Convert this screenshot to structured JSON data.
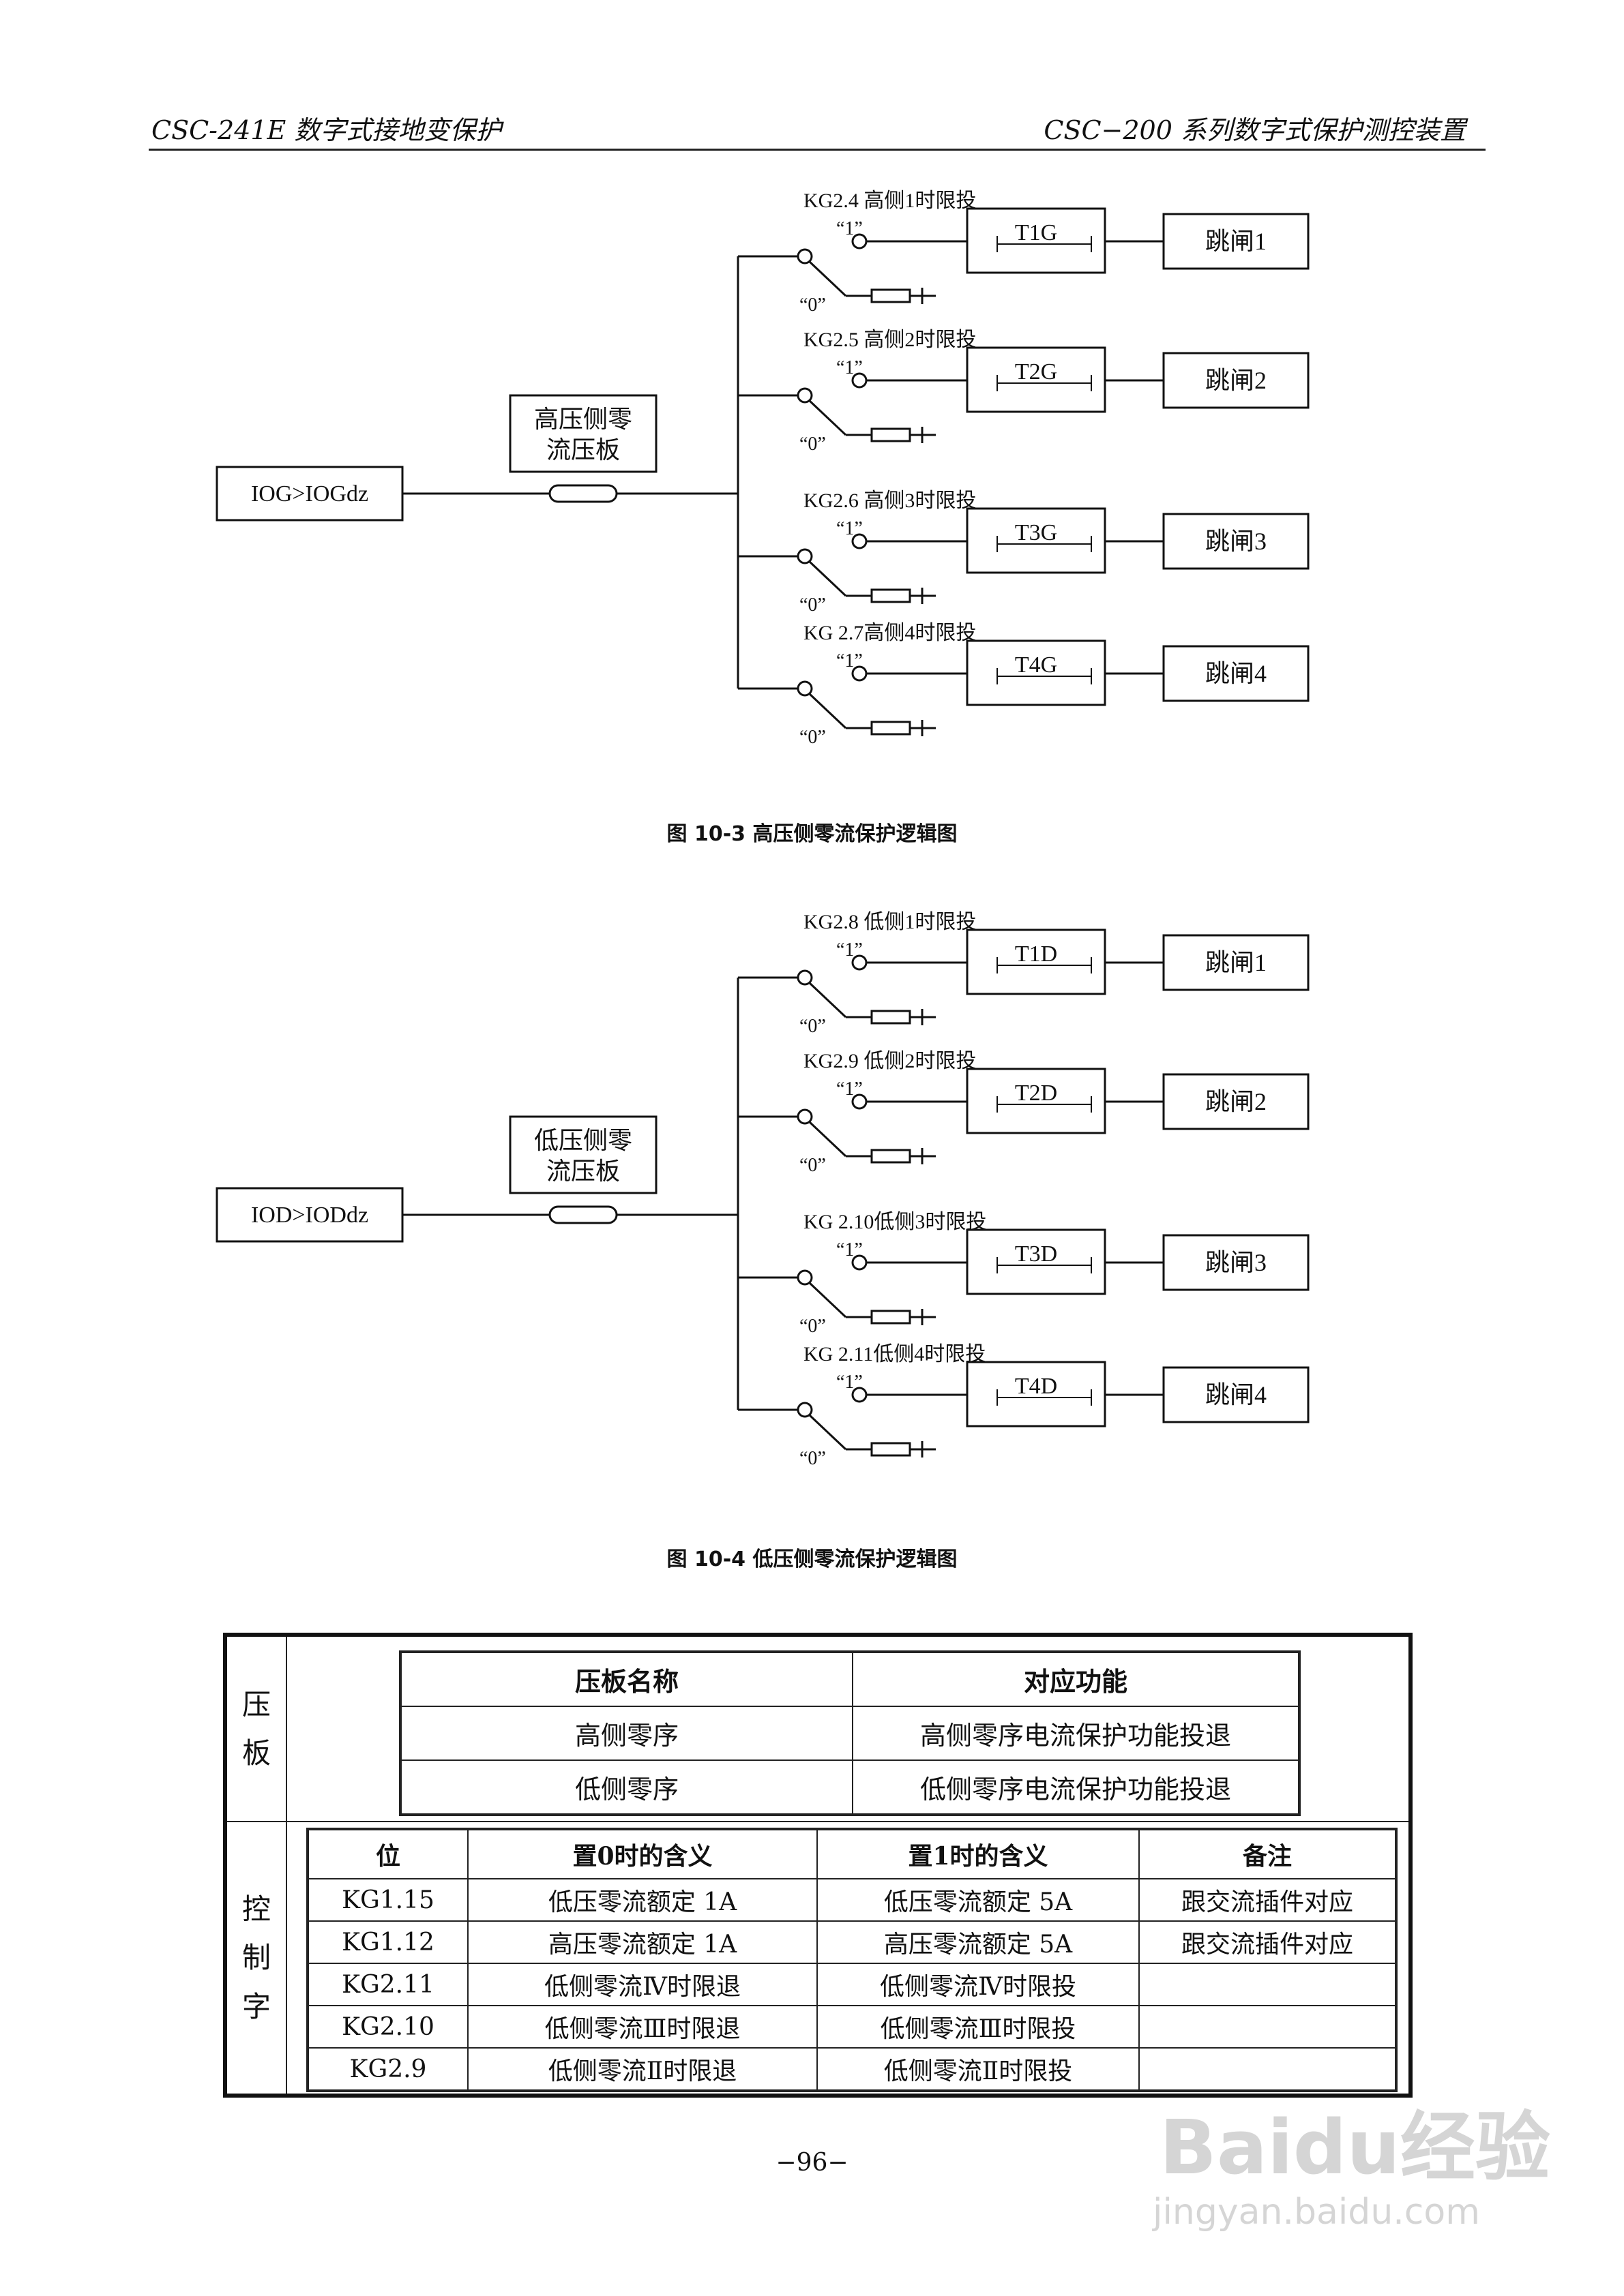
{
  "header": {
    "left": "CSC-241E 数字式接地变保护",
    "right": "CSC−200 系列数字式保护测控装置"
  },
  "diagrams": [
    {
      "input_label": "IOG>IOGdz",
      "plate_label_1": "高压侧零",
      "plate_label_2": "流压板",
      "caption": "图 10-3  高压侧零流保护逻辑图",
      "branches": [
        {
          "kg": "KG2.4 高侧1时限投",
          "on": "“1”",
          "off": "“0”",
          "timer": "T1G",
          "trip": "跳闸1"
        },
        {
          "kg": "KG2.5 高侧2时限投",
          "on": "“1”",
          "off": "“0”",
          "timer": "T2G",
          "trip": "跳闸2"
        },
        {
          "kg": "KG2.6 高侧3时限投",
          "on": "“1”",
          "off": "“0”",
          "timer": "T3G",
          "trip": "跳闸3"
        },
        {
          "kg": "KG 2.7高侧4时限投",
          "on": "“1”",
          "off": "“0”",
          "timer": "T4G",
          "trip": "跳闸4"
        }
      ]
    },
    {
      "input_label": "IOD>IODdz",
      "plate_label_1": "低压侧零",
      "plate_label_2": "流压板",
      "caption": "图 10-4  低压侧零流保护逻辑图",
      "branches": [
        {
          "kg": "KG2.8 低侧1时限投",
          "on": "“1”",
          "off": "“0”",
          "timer": "T1D",
          "trip": "跳闸1"
        },
        {
          "kg": "KG2.9 低侧2时限投",
          "on": "“1”",
          "off": "“0”",
          "timer": "T2D",
          "trip": "跳闸2"
        },
        {
          "kg": "KG 2.10低侧3时限投",
          "on": "“1”",
          "off": "“0”",
          "timer": "T3D",
          "trip": "跳闸3"
        },
        {
          "kg": "KG 2.11低侧4时限投",
          "on": "“1”",
          "off": "“0”",
          "timer": "T4D",
          "trip": "跳闸4"
        }
      ]
    }
  ],
  "table": {
    "plate_section": {
      "side_label": [
        "压",
        "板"
      ],
      "headers": [
        "压板名称",
        "对应功能"
      ],
      "rows": [
        [
          "高侧零序",
          "高侧零序电流保护功能投退"
        ],
        [
          "低侧零序",
          "低侧零序电流保护功能投退"
        ]
      ]
    },
    "control_section": {
      "side_label": [
        "控",
        "制",
        "字"
      ],
      "headers": [
        "位",
        "置0时的含义",
        "置1时的含义",
        "备注"
      ],
      "rows": [
        [
          "KG1.15",
          "低压零流额定 1A",
          "低压零流额定 5A",
          "跟交流插件对应"
        ],
        [
          "KG1.12",
          "高压零流额定 1A",
          "高压零流额定 5A",
          "跟交流插件对应"
        ],
        [
          "KG2.11",
          "低侧零流Ⅳ时限退",
          "低侧零流Ⅳ时限投",
          ""
        ],
        [
          "KG2.10",
          "低侧零流Ⅲ时限退",
          "低侧零流Ⅲ时限投",
          ""
        ],
        [
          "KG2.9",
          "低侧零流Ⅱ时限退",
          "低侧零流Ⅱ时限投",
          ""
        ]
      ]
    }
  },
  "page_number": "−96−",
  "watermark": {
    "logo_text": "Baidu经验",
    "url": "jingyan.baidu.com"
  }
}
